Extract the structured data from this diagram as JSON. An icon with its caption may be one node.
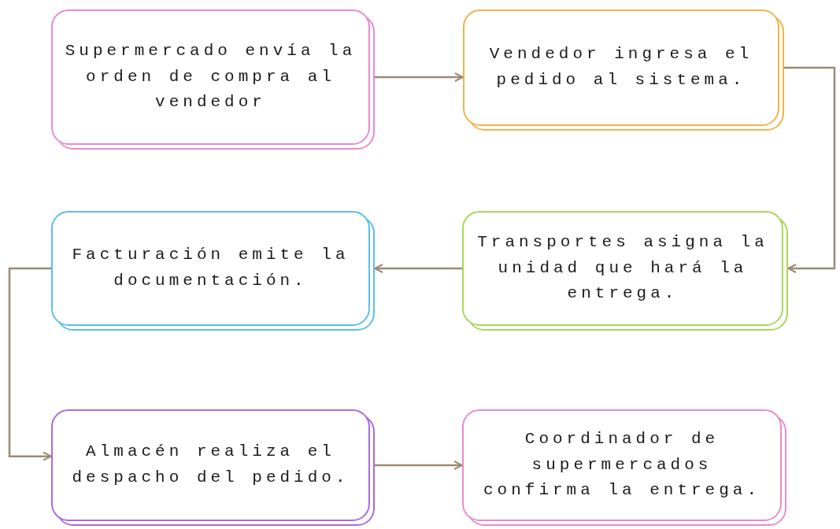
{
  "diagram": {
    "nodes": [
      {
        "text": [
          "Supermercado envía la orden de compra al vendedor"
        ]
      },
      {
        "text": [
          "Vendedor ingresa el pedido al sistema."
        ]
      },
      {
        "text": [
          "Transportes asigna la unidad que hará la entrega."
        ]
      },
      {
        "text": [
          "Facturación emite la documentación."
        ]
      },
      {
        "text": [
          "Almacén realiza el despacho del pedido."
        ]
      },
      {
        "text": [
          "Coordinador de supermercados confirma la entrega."
        ]
      }
    ],
    "edges": [
      {
        "from": 0,
        "to": 1,
        "arrow": "to"
      },
      {
        "from": 1,
        "to": 2,
        "arrow": "to"
      },
      {
        "from": 2,
        "to": 3,
        "arrow": "to"
      },
      {
        "from": 3,
        "to": 4,
        "arrow": "to"
      },
      {
        "from": 4,
        "to": 5,
        "arrow": "to"
      }
    ]
  }
}
